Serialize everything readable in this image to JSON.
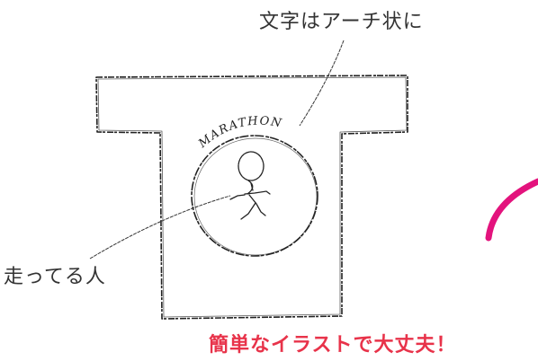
{
  "annotations": {
    "arch_text": "文字はアーチ状に",
    "runner": "走ってる人"
  },
  "shirt": {
    "chest_text": "MARATHON"
  },
  "caption": "簡単なイラストで大丈夫！",
  "colors": {
    "caption": "#e8334a",
    "accent_stroke": "#e3137d",
    "sketch_line": "#222222",
    "annotation_text": "#333333"
  }
}
